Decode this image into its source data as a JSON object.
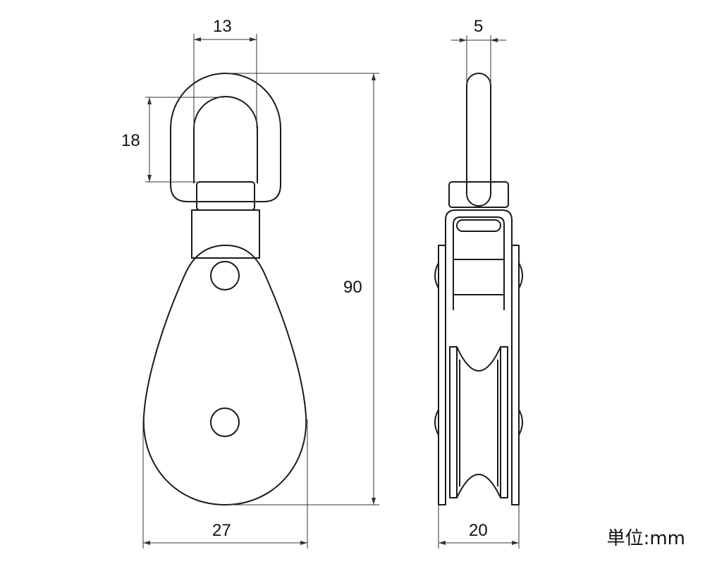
{
  "dimensions": {
    "eye_width": "13",
    "eye_height": "18",
    "total_height": "90",
    "body_width": "27",
    "rod_diameter": "5",
    "side_width": "20"
  },
  "unit_label": "単位:mm"
}
